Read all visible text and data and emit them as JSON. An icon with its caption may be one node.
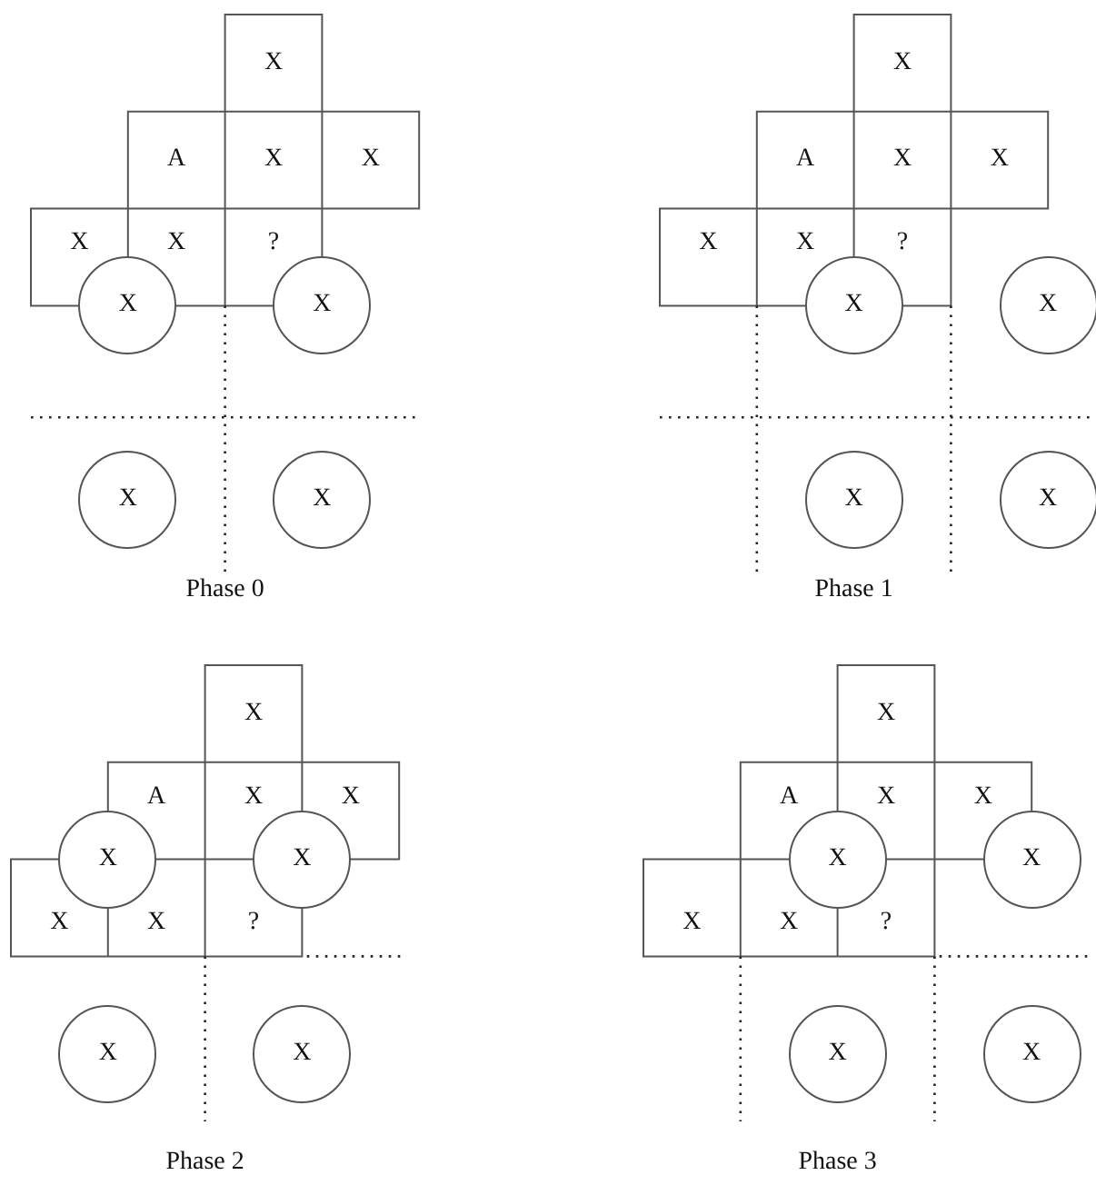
{
  "diagram": {
    "nodes": [
      {
        "text": [
          "X"
        ]
      },
      {
        "text": [
          "A"
        ]
      },
      {
        "text": [
          "X"
        ]
      },
      {
        "text": [
          "X"
        ]
      },
      {
        "text": [
          "X"
        ]
      },
      {
        "text": [
          "X"
        ]
      },
      {
        "text": [
          "?"
        ]
      },
      {
        "text": [
          "X"
        ]
      },
      {
        "text": [
          "X"
        ]
      },
      {
        "text": [
          "X"
        ]
      },
      {
        "text": [
          "X"
        ]
      },
      {
        "text": [
          "X"
        ]
      },
      {
        "text": [
          "A"
        ]
      },
      {
        "text": [
          "X"
        ]
      },
      {
        "text": [
          "X"
        ]
      },
      {
        "text": [
          "X"
        ]
      },
      {
        "text": [
          "X"
        ]
      },
      {
        "text": [
          "?"
        ]
      },
      {
        "text": [
          "X"
        ]
      },
      {
        "text": [
          "X"
        ]
      },
      {
        "text": [
          "X"
        ]
      },
      {
        "text": [
          "X"
        ]
      },
      {
        "text": [
          "X"
        ]
      },
      {
        "text": [
          "A"
        ]
      },
      {
        "text": [
          "X"
        ]
      },
      {
        "text": [
          "X"
        ]
      },
      {
        "text": [
          "X"
        ]
      },
      {
        "text": [
          "X"
        ]
      },
      {
        "text": [
          "?"
        ]
      },
      {
        "text": [
          "X"
        ]
      },
      {
        "text": [
          "X"
        ]
      },
      {
        "text": [
          "X"
        ]
      },
      {
        "text": [
          "X"
        ]
      },
      {
        "text": [
          "X"
        ]
      },
      {
        "text": [
          "A"
        ]
      },
      {
        "text": [
          "X"
        ]
      },
      {
        "text": [
          "X"
        ]
      },
      {
        "text": [
          "X"
        ]
      },
      {
        "text": [
          "X"
        ]
      },
      {
        "text": [
          "?"
        ]
      },
      {
        "text": [
          "X"
        ]
      },
      {
        "text": [
          "X"
        ]
      },
      {
        "text": [
          "X"
        ]
      },
      {
        "text": [
          "X"
        ]
      }
    ],
    "labels": [
      "Phase 0",
      "Phase 1",
      "Phase 2",
      "Phase 3"
    ]
  }
}
